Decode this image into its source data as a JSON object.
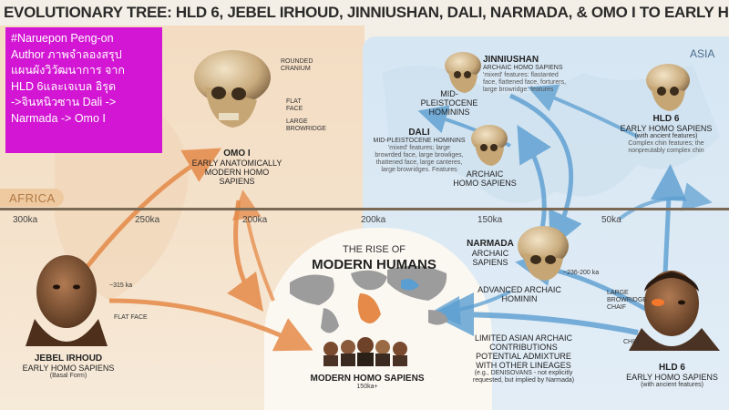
{
  "title": "EVOLUTIONARY TREE: HLD 6, JEBEL IRHOUD, JINNIUSHAN, DALI, NARMADA, & OMO I TO EARLY HOMO SAPIENS",
  "overlay_lines": [
    "#Naruepon Peng-on",
    "Author ภาพจำลองสรุป",
    "แผนผังวิวัฒนาการ จาก",
    "HLD 6และเจเบล อิรุด",
    "->จินหนิวซาน Dali ->",
    "Narmada -> Omo I"
  ],
  "regions": {
    "africa": "AFRICA",
    "asia": "ASIA"
  },
  "timeline": [
    "300ka",
    "250ka",
    "200ka",
    "200ka",
    "150ka",
    "50ka"
  ],
  "omo": {
    "skull_notes": [
      "ROUNDED",
      "CRANIUM",
      "FLAT",
      "FACE",
      "LARGE",
      "BROWRIDGE"
    ],
    "name": "OMO I",
    "sub1": "EARLY ANATOMICALLY",
    "sub2": "MODERN HOMO SAPIENS"
  },
  "jebel": {
    "age": "~315 ka",
    "note": "FLAT FACE",
    "name": "JEBEL IRHOUD",
    "sub": "EARLY HOMO SAPIENS",
    "basal": "(Basal Form)"
  },
  "center": {
    "rise_of": "THE RISE OF",
    "modern_humans": "MODERN HUMANS",
    "name": "MODERN HOMO SAPIENS",
    "age": "150ka+"
  },
  "jinniushan": {
    "name": "JINNIUSHAN",
    "sub": "ARCHAIC HOMO SAPIENS",
    "desc": [
      "'mixed' features: flastanted",
      "face, flattened face, forturers,",
      "large browridge: features"
    ]
  },
  "midp1": [
    "MID-PLEISTOCENE",
    "HOMININS"
  ],
  "dali": {
    "name": "DALI",
    "head": "MID-PLEISTOCENE HOMININS",
    "desc": [
      "'mixed' features; large",
      "browrded face, large browliges,",
      "thattened face, large canteres,",
      "large browridges. Features"
    ],
    "sub1": "ARCHAIC",
    "sub2": "HOMO SAPIENS"
  },
  "hld_top": {
    "name": "HLD 6",
    "sub": "EARLY HOMO SAPIENS",
    "sub2": "(with ancient features)",
    "desc": [
      "Complex chin features; the",
      "nonpreutably complex chin"
    ]
  },
  "narmada": {
    "name": "NARMADA",
    "sub1": "ARCHAIC",
    "sub2": "SAPIENS",
    "age": "~236-200 ka",
    "adv1": "ADVANCED ARCHAIC",
    "adv2": "HOMININ"
  },
  "limited": {
    "line1": "LIMITED ASIAN ARCHAIC",
    "line2": "CONTRIBUTIONS",
    "line3": "POTENTIAL ADMIXTURE",
    "line4": "WITH OTHER LINEAGES",
    "note1": "(e.g., DENISOVANS - not explicitly",
    "note2": "requested, but implied by Narmada)"
  },
  "hld_bottom": {
    "notes": [
      "LARGE",
      "BROWRIDGE",
      "CHAIF",
      "CHIN"
    ],
    "name": "HLD 6",
    "sub": "EARLY HOMO SAPIENS",
    "sub2": "(with ancient features)"
  }
}
